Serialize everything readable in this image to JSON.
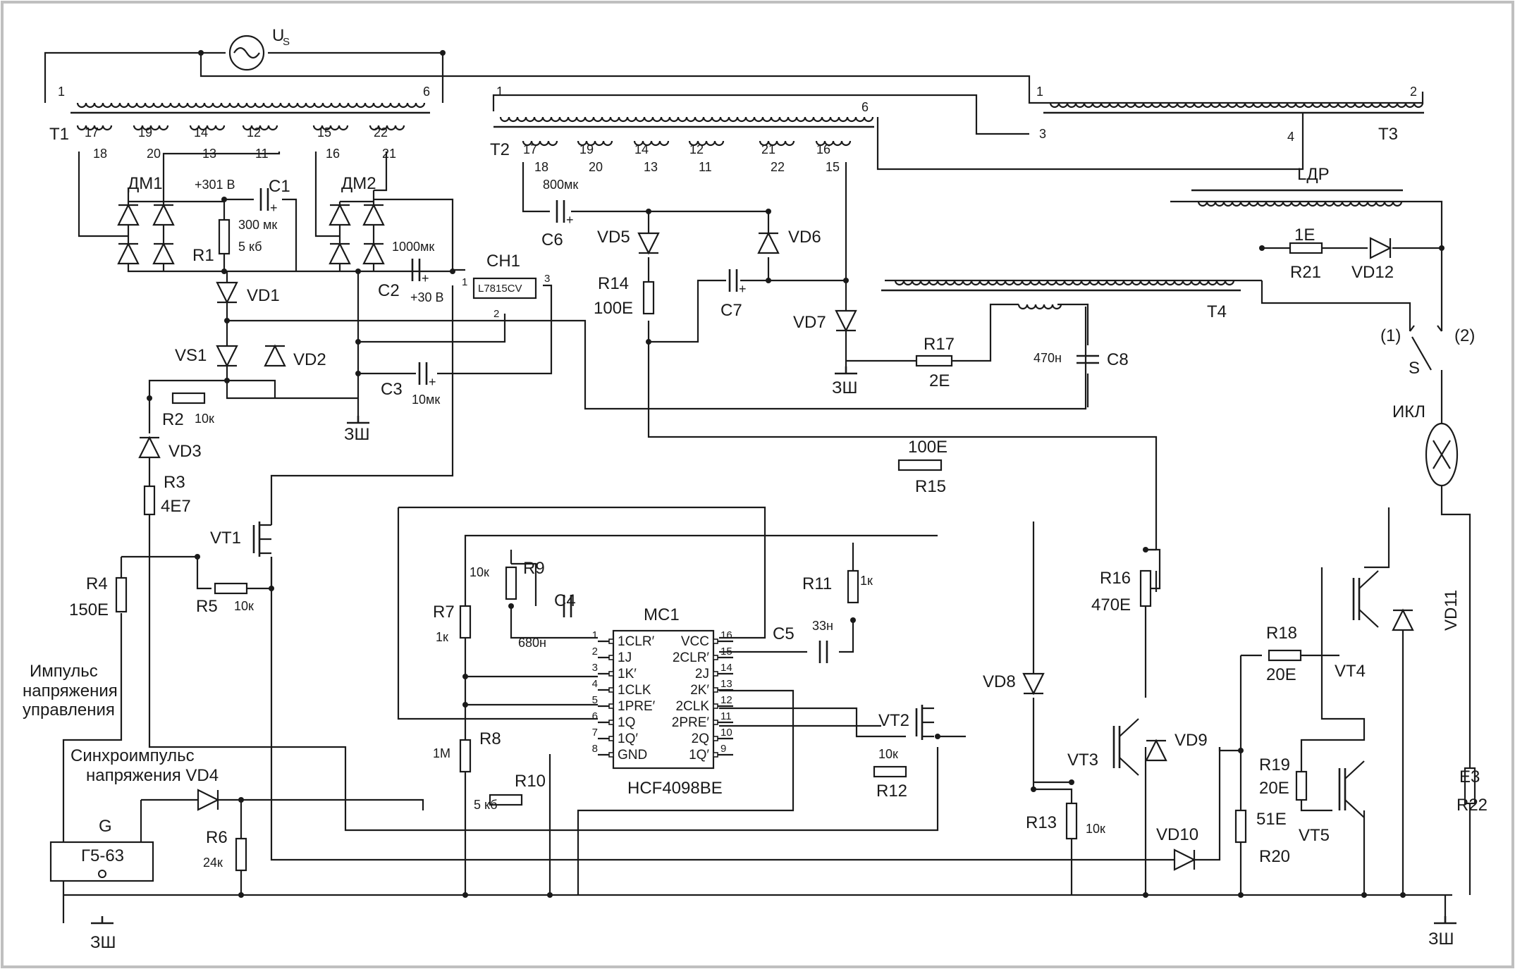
{
  "labels": {
    "us": "U",
    "us_sub": "S",
    "t1": "T1",
    "t2": "T2",
    "t3": "T3",
    "t4": "T4",
    "ldr": "LДР",
    "dm1": "ДМ1",
    "dm2": "ДМ2",
    "c1": "C1",
    "c1_val": "300 мк",
    "c1_volt": "+301 В",
    "r1": "R1",
    "r1_val": "5 кб",
    "c2": "C2",
    "c2_val": "1000мк",
    "c2_volt": "+30 В",
    "ch1": "CH1",
    "ch1_part": "L7815CV",
    "vd1": "VD1",
    "vd2": "VD2",
    "vs1": "VS1",
    "r2": "R2",
    "r2_val": "10к",
    "c3": "C3",
    "c3_val": "10мк",
    "zsh": "ЗШ",
    "vd3": "VD3",
    "r3": "R3",
    "r3_val": "4E7",
    "vt1": "VT1",
    "r4": "R4",
    "r4_val": "150E",
    "r5": "R5",
    "r5_val": "10к",
    "c6": "C6",
    "c6_val": "800мк",
    "vd5": "VD5",
    "vd6": "VD6",
    "r14": "R14",
    "r14_val": "100E",
    "c7": "C7",
    "vd7": "VD7",
    "r17": "R17",
    "r17_val": "2E",
    "c8": "C8",
    "c8_val": "470н",
    "r21": "R21",
    "r21_val": "1E",
    "vd12": "VD12",
    "s": "S",
    "s_pos1": "(1)",
    "s_pos2": "(2)",
    "ikl": "ИКЛ",
    "r15": "R15",
    "r15_val": "100E",
    "r16": "R16",
    "r16_val": "470E",
    "mc1": "MC1",
    "mc1_part": "HCF4098BE",
    "r7": "R7",
    "r7_val": "1к",
    "r8": "R8",
    "r8_val": "1M",
    "r9": "R9",
    "r9_val": "10к",
    "c4": "C4",
    "c4_val": "680н",
    "r10": "R10",
    "r10_val": "5 кб",
    "r11": "R11",
    "r11_val": "1к",
    "c5": "C5",
    "c5_val": "33н",
    "vt2": "VT2",
    "r12": "R12",
    "r12_val": "10к",
    "vd8": "VD8",
    "vt3": "VT3",
    "vd9": "VD9",
    "r13": "R13",
    "r13_val": "10к",
    "vd10": "VD10",
    "r18": "R18",
    "r18_val": "20E",
    "vt4": "VT4",
    "vd11": "VD11",
    "r19": "R19",
    "r19_val": "20E",
    "r20": "R20",
    "r20_val": "51E",
    "vt5": "VT5",
    "r22": "R22",
    "r22_val": "E3",
    "ctrl_pulse_1": "Импульс",
    "ctrl_pulse_2": "напряжения",
    "ctrl_pulse_3": "управления",
    "sync_1": "Синхроимпульс",
    "sync_2": "напряжения VD4",
    "g": "G",
    "g_part": "Г5-63",
    "r6": "R6",
    "r6_val": "24к"
  },
  "mc1_pins_left": [
    {
      "num": "1",
      "name": "1CLR′"
    },
    {
      "num": "2",
      "name": "1J"
    },
    {
      "num": "3",
      "name": "1K′"
    },
    {
      "num": "4",
      "name": "1CLK"
    },
    {
      "num": "5",
      "name": "1PRE′"
    },
    {
      "num": "6",
      "name": "1Q"
    },
    {
      "num": "7",
      "name": "1Q′"
    },
    {
      "num": "8",
      "name": "GND"
    }
  ],
  "mc1_pins_right": [
    {
      "num": "16",
      "name": "VCC"
    },
    {
      "num": "15",
      "name": "2CLR′"
    },
    {
      "num": "14",
      "name": "2J"
    },
    {
      "num": "13",
      "name": "2K′"
    },
    {
      "num": "12",
      "name": "2CLK"
    },
    {
      "num": "11",
      "name": "2PRE′"
    },
    {
      "num": "10",
      "name": "2Q"
    },
    {
      "num": "9",
      "name": "1Q′"
    }
  ],
  "pins": {
    "t1_1": "1",
    "t1_6": "6",
    "t1_17": "17",
    "t1_18": "18",
    "t1_19": "19",
    "t1_20": "20",
    "t1_14": "14",
    "t1_13": "13",
    "t1_12": "12",
    "t1_11": "11",
    "t1_15": "15",
    "t1_16": "16",
    "t1_22": "22",
    "t1_21": "21",
    "t2_1": "1",
    "t2_6": "6",
    "t2_17": "17",
    "t2_18": "18",
    "t2_19": "19",
    "t2_20": "20",
    "t2_14": "14",
    "t2_13": "13",
    "t2_12": "12",
    "t2_11": "11",
    "t2_21": "21",
    "t2_22": "22",
    "t2_16": "16",
    "t2_15": "15",
    "t3_1": "1",
    "t3_2": "2",
    "t3_3": "3",
    "t3_4": "4",
    "ch1_1": "1",
    "ch1_2": "2",
    "ch1_3": "3"
  }
}
